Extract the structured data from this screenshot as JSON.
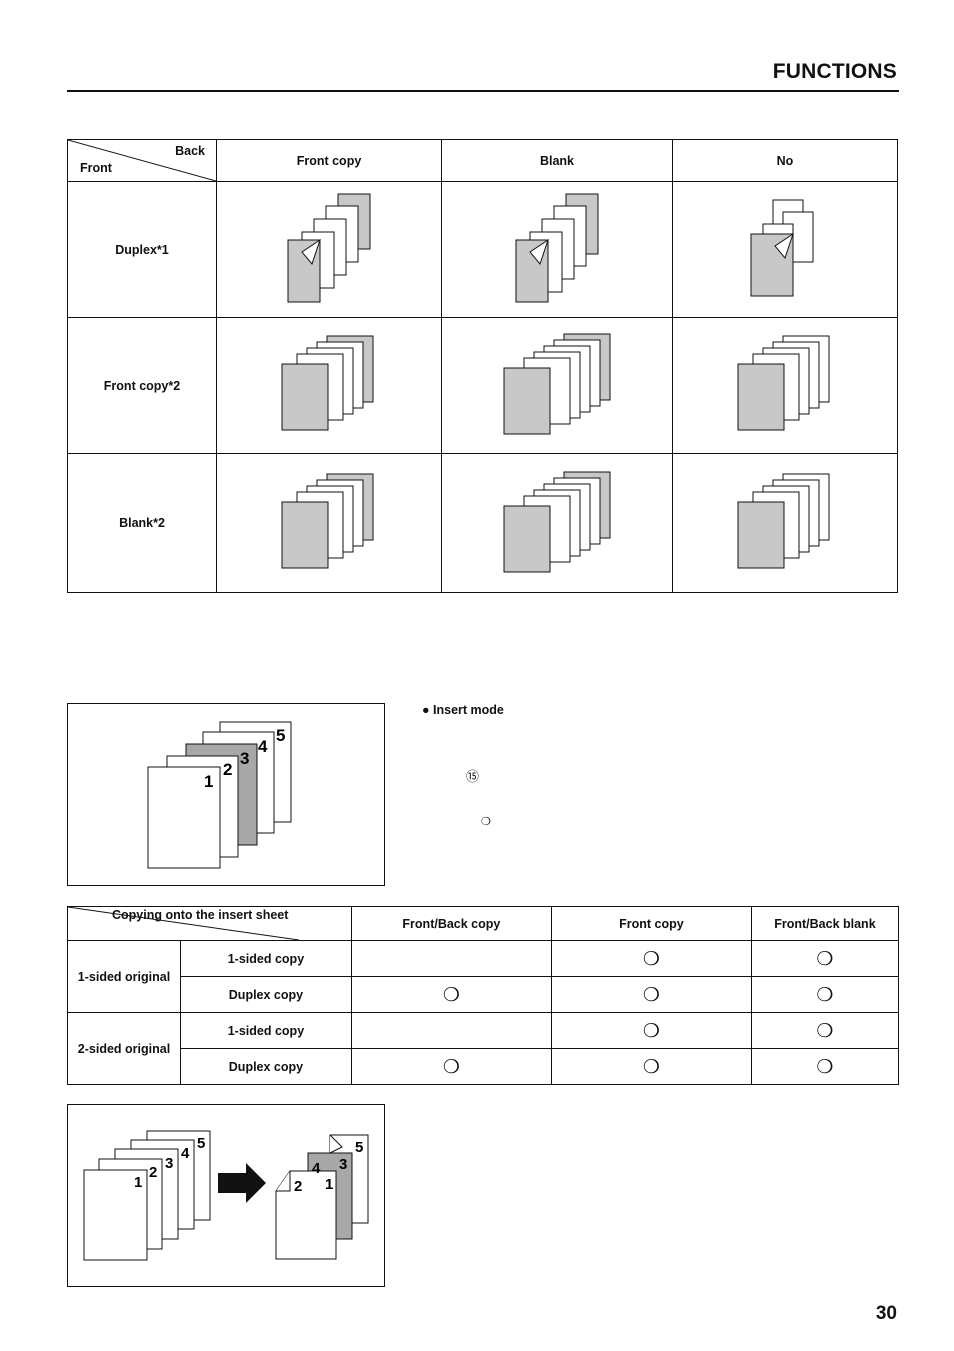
{
  "header": {
    "title": "FUNCTIONS"
  },
  "table1": {
    "corner_back": "Back",
    "corner_front": "Front",
    "columns": [
      "Front copy",
      "Blank",
      "No"
    ],
    "rows": [
      "Duplex*1",
      "Front copy*2",
      "Blank*2"
    ]
  },
  "illustration1": {
    "numbers": [
      "1",
      "2",
      "3",
      "4",
      "5"
    ]
  },
  "insert": {
    "title": "● Insert mode",
    "circled_ref": "⑮",
    "circle_symbol": "❍"
  },
  "table2": {
    "corner": "Copying onto the insert sheet",
    "columns": [
      "Front/Back copy",
      "Front copy",
      "Front/Back blank"
    ],
    "groups": [
      {
        "label": "1-sided original",
        "rows": [
          {
            "label": "1-sided copy",
            "marks": [
              "",
              "❍",
              "❍"
            ]
          },
          {
            "label": "Duplex copy",
            "marks": [
              "❍",
              "❍",
              "❍"
            ]
          }
        ]
      },
      {
        "label": "2-sided original",
        "rows": [
          {
            "label": "1-sided copy",
            "marks": [
              "",
              "❍",
              "❍"
            ]
          },
          {
            "label": "Duplex copy",
            "marks": [
              "❍",
              "❍",
              "❍"
            ]
          }
        ]
      }
    ]
  },
  "illustration2": {
    "left_numbers": [
      "1",
      "2",
      "3",
      "4",
      "5"
    ],
    "right_numbers": [
      "1",
      "2",
      "3",
      "4",
      "5"
    ]
  },
  "page_number": "30"
}
